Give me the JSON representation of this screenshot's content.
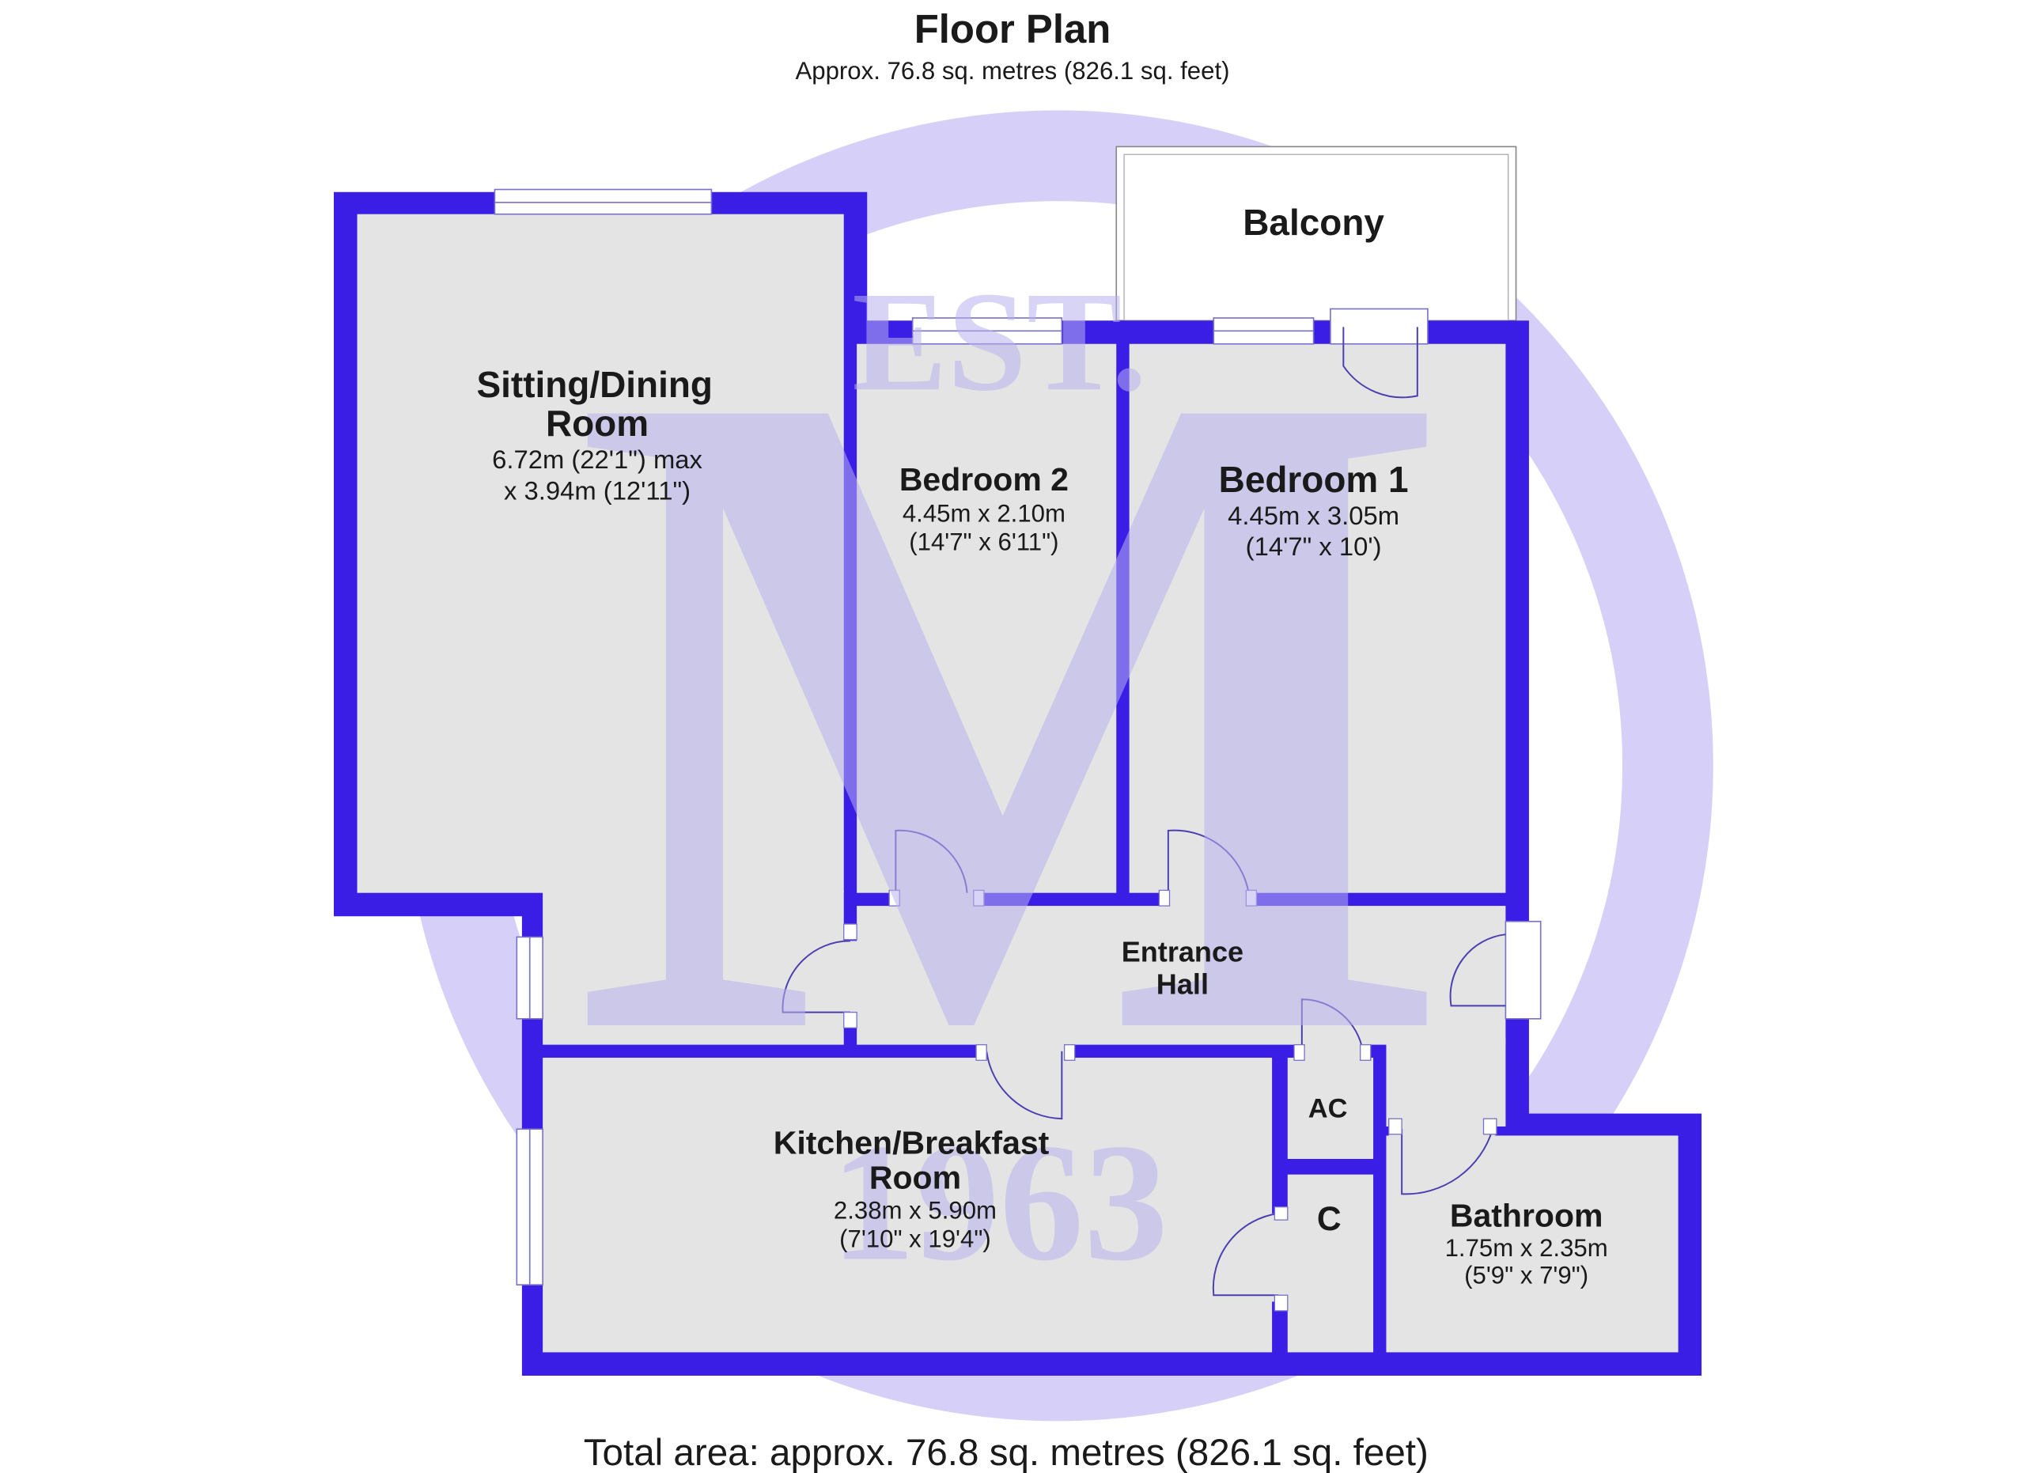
{
  "header": {
    "title": "Floor Plan",
    "subtitle": "Approx. 76.8 sq. metres (826.1 sq. feet)"
  },
  "footer": {
    "total_area": "Total area: approx. 76.8 sq. metres (826.1 sq. feet)"
  },
  "watermark": {
    "letter": "M",
    "top_text": "EST.",
    "year": "1963"
  },
  "rooms": {
    "sitting": {
      "name1": "Sitting/Dining",
      "name2": "Room",
      "dim1": "6.72m (22'1\") max",
      "dim2": "x 3.94m (12'11\")"
    },
    "bedroom2": {
      "name": "Bedroom 2",
      "dim1": "4.45m x 2.10m",
      "dim2": "(14'7\" x 6'11\")"
    },
    "bedroom1": {
      "name": "Bedroom 1",
      "dim1": "4.45m x 3.05m",
      "dim2": "(14'7\" x 10')"
    },
    "balcony": {
      "name": "Balcony"
    },
    "hall": {
      "name1": "Entrance",
      "name2": "Hall"
    },
    "kitchen": {
      "name1": "Kitchen/Breakfast",
      "name2": "Room",
      "dim1": "2.38m x 5.90m",
      "dim2": "(7'10\" x 19'4\")"
    },
    "ac": {
      "name": "AC"
    },
    "cupboard": {
      "name": "C"
    },
    "bathroom": {
      "name": "Bathroom",
      "dim1": "1.75m x 2.35m",
      "dim2": "(5'9\" x 7'9\")"
    }
  },
  "colors": {
    "wall": "#3a1ee6",
    "floor": "#e4e4e4",
    "watermark": "#c9c2f5"
  }
}
